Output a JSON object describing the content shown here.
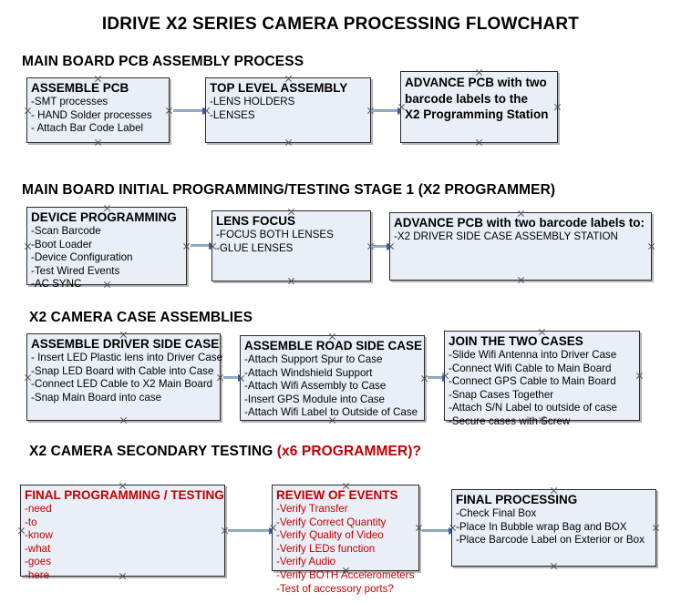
{
  "document": {
    "title": "IDRIVE X2  SERIES CAMERA PROCESSING FLOWCHART"
  },
  "colors": {
    "box_fill": "#eaeff7",
    "box_border": "#2b2b2b",
    "arrow": "#93aec4",
    "arrow_head": "#3b5fa8",
    "accent_red": "#c00000",
    "text": "#000000"
  },
  "sections": [
    {
      "id": "main-board-pcb-assembly-process",
      "heading": "MAIN BOARD PCB ASSEMBLY PROCESS",
      "heading_accent": "",
      "boxes": [
        {
          "id": "assemble-pcb",
          "title": "ASSEMBLE PCB",
          "lines": [
            "-SMT processes",
            "- HAND Solder processes",
            "- Attach Bar Code Label"
          ],
          "red": false
        },
        {
          "id": "top-level-assembly",
          "title": "TOP LEVEL ASSEMBLY",
          "lines": [
            "-LENS HOLDERS",
            "-LENSES"
          ],
          "red": false
        },
        {
          "id": "advance-pcb-to-x2-programming-station",
          "title": "ADVANCE PCB with two\nbarcode labels to the\n X2 Programming Station",
          "title_lines": [
            "ADVANCE PCB with two",
            "barcode labels to the",
            " X2 Programming Station"
          ],
          "lines": [],
          "red": false
        }
      ]
    },
    {
      "id": "main-board-initial-programming-testing-stage-1",
      "heading": "MAIN BOARD INITIAL PROGRAMMING/TESTING STAGE 1 (X2 PROGRAMMER)",
      "heading_accent": "",
      "boxes": [
        {
          "id": "device-programming",
          "title": "DEVICE PROGRAMMING",
          "lines": [
            "-Scan Barcode",
            "-Boot Loader",
            "-Device Configuration",
            "-Test Wired Events",
            "-AC SYNC"
          ],
          "red": false
        },
        {
          "id": "lens-focus",
          "title": "LENS FOCUS",
          "lines": [
            "-FOCUS BOTH LENSES",
            "-GLUE LENSES"
          ],
          "red": false
        },
        {
          "id": "advance-pcb-to-driver-side-case-assembly",
          "title": "ADVANCE PCB with two barcode labels to:",
          "lines": [
            "-X2 DRIVER  SIDE  CASE  ASSEMBLY STATION"
          ],
          "red": false
        }
      ]
    },
    {
      "id": "x2-camera-case-assemblies",
      "heading": "X2 CAMERA CASE ASSEMBLIES",
      "heading_accent": "",
      "boxes": [
        {
          "id": "assemble-driver-side-case",
          "title": "ASSEMBLE DRIVER SIDE CASE",
          "lines": [
            "- Insert LED Plastic lens into Driver Case",
            "-Snap LED Board with Cable into Case",
            "-Connect LED Cable to X2 Main Board",
            "-Snap Main Board into case"
          ],
          "red": false
        },
        {
          "id": "assemble-road-side-case",
          "title": "ASSEMBLE ROAD SIDE CASE",
          "lines": [
            "-Attach Support Spur to Case",
            "-Attach Windshield Support",
            "-Attach Wifi Assembly to Case",
            "-Insert GPS Module into Case",
            "-Attach Wifi Label to Outside of Case"
          ],
          "red": false
        },
        {
          "id": "join-the-two-cases",
          "title": "JOIN THE TWO CASES",
          "lines": [
            "-Slide Wifi Antenna into Driver Case",
            "-Connect Wifi Cable to Main Board",
            "-Connect GPS Cable to Main Board",
            "-Snap Cases Together",
            "-Attach S/N Label to outside of case",
            "-Secure cases with Screw"
          ],
          "red": false
        }
      ]
    },
    {
      "id": "x2-camera-secondary-testing",
      "heading": "X2 CAMERA SECONDARY TESTING ",
      "heading_accent": "(x6 PROGRAMMER)?",
      "boxes": [
        {
          "id": "final-programming-testing",
          "title": "FINAL PROGRAMMING / TESTING",
          "lines": [
            "-need",
            "-to",
            "-know",
            "-what",
            "-goes",
            "-here"
          ],
          "red": true
        },
        {
          "id": "review-of-events",
          "title": "REVIEW OF EVENTS",
          "lines": [
            "-Verify Transfer",
            "-Verify Correct Quantity",
            "-Verify Quality of Video",
            "-Verify LEDs function",
            "-Verify Audio",
            "-Verify BOTH Accelerometers"
          ],
          "overflow_line": "-Test of accessory ports?",
          "red": true
        },
        {
          "id": "final-processing",
          "title": "FINAL PROCESSING",
          "lines": [
            " -Check Final Box",
            "-Place In Bubble wrap Bag and BOX",
            "-Place Barcode Label on Exterior or Box"
          ],
          "red": false
        }
      ]
    }
  ]
}
